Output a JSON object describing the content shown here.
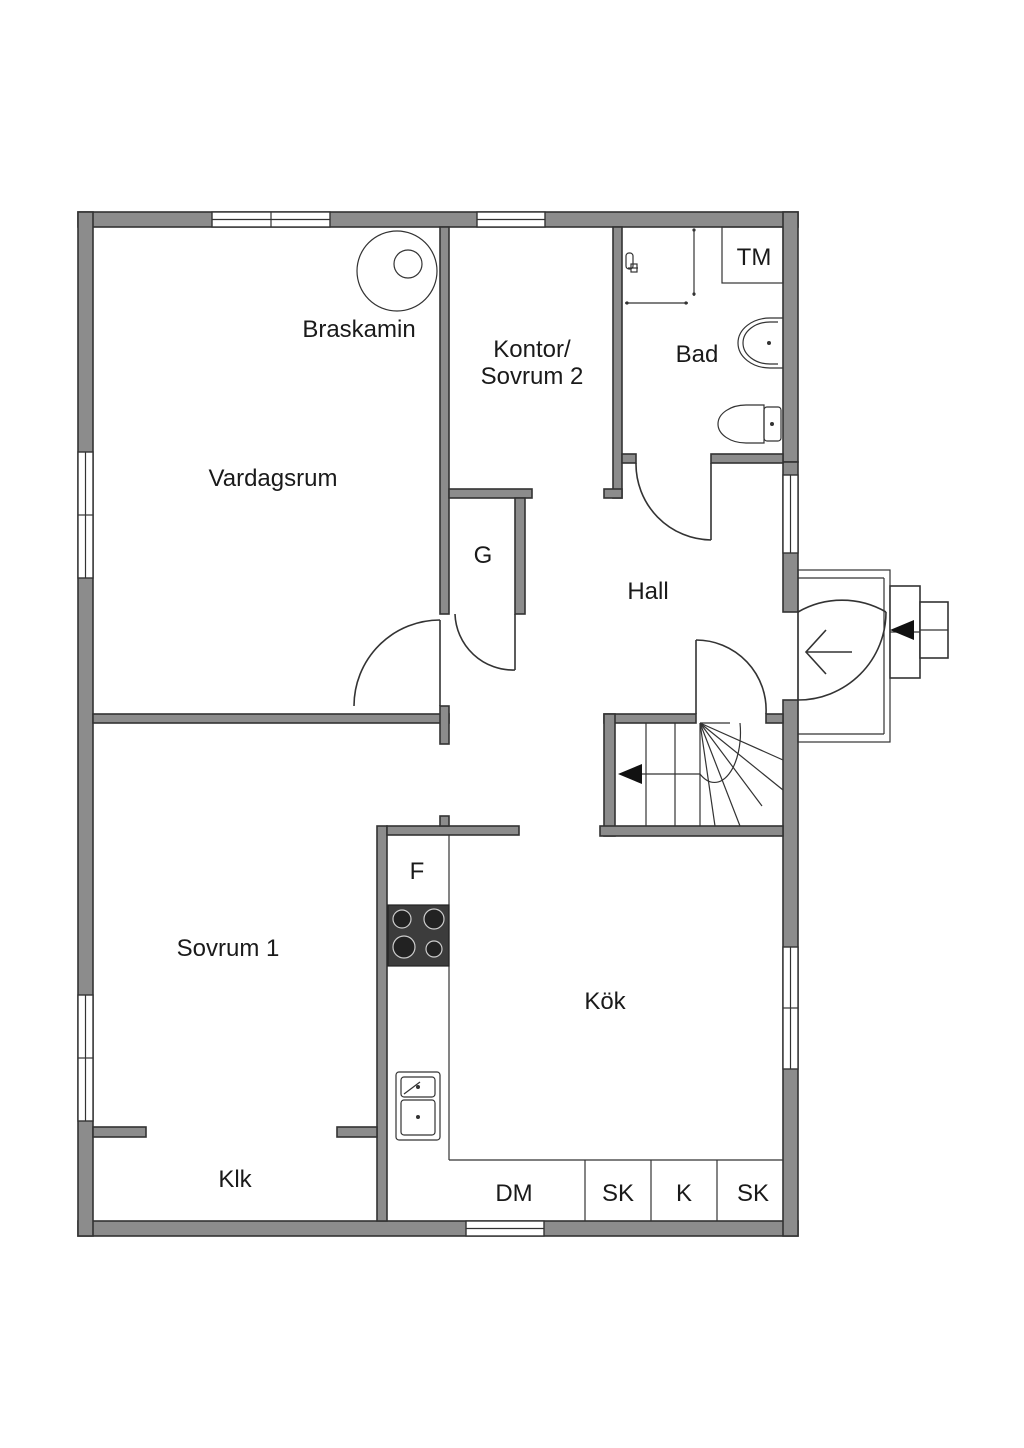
{
  "rooms": {
    "vardagsrum": "Vardagsrum",
    "braskamin": "Braskamin",
    "kontor_line1": "Kontor/",
    "kontor_line2": "Sovrum 2",
    "bad": "Bad",
    "tm": "TM",
    "g": "G",
    "hall": "Hall",
    "sovrum1": "Sovrum 1",
    "klk": "Klk",
    "f": "F",
    "kok": "Kök",
    "dm": "DM",
    "sk1": "SK",
    "k": "K",
    "sk2": "SK"
  },
  "colors": {
    "wall": "#8c8c8c",
    "line": "#333333",
    "background": "#ffffff"
  }
}
